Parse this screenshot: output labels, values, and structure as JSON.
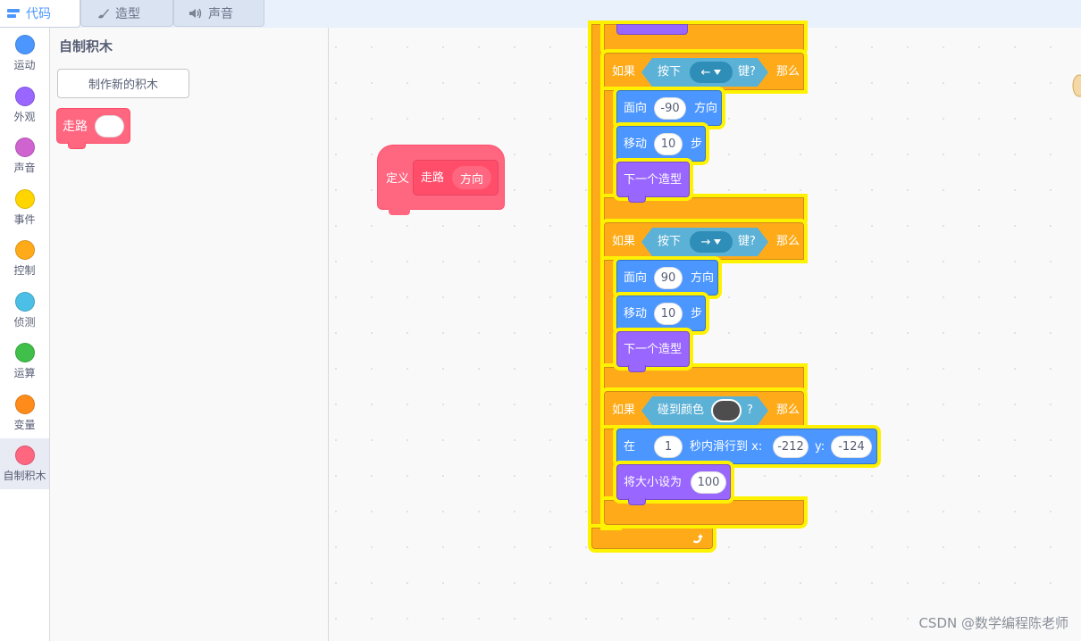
{
  "tabs": {
    "code": "代码",
    "costumes": "造型",
    "sounds": "声音"
  },
  "categories": [
    {
      "label": "运动",
      "color": "#4c97ff"
    },
    {
      "label": "外观",
      "color": "#9966ff"
    },
    {
      "label": "声音",
      "color": "#cf63cf"
    },
    {
      "label": "事件",
      "color": "#ffd500"
    },
    {
      "label": "控制",
      "color": "#ffab19"
    },
    {
      "label": "侦测",
      "color": "#4cbfe6"
    },
    {
      "label": "运算",
      "color": "#40bf4a"
    },
    {
      "label": "变量",
      "color": "#ff8c1a"
    },
    {
      "label": "自制积木",
      "color": "#ff6680"
    }
  ],
  "palette": {
    "title": "自制积木",
    "make_block_button": "制作新的积木",
    "block_label": "走路"
  },
  "define_block": {
    "define_label": "定义",
    "name": "走路",
    "param": "方向"
  },
  "script": {
    "if_label": "如果",
    "then_label": "那么",
    "if1": {
      "key_pressed_prefix": "按下",
      "key_pressed_suffix": "键?",
      "key": "←",
      "point_label": "面向",
      "point_value": "-90",
      "point_suffix": "方向",
      "move_label": "移动",
      "move_value": "10",
      "move_suffix": "步",
      "next_costume": "下一个造型"
    },
    "if2": {
      "key_pressed_prefix": "按下",
      "key_pressed_suffix": "键?",
      "key": "→",
      "point_label": "面向",
      "point_value": "90",
      "point_suffix": "方向",
      "move_label": "移动",
      "move_value": "10",
      "move_suffix": "步",
      "next_costume": "下一个造型"
    },
    "if3": {
      "touch_color_label": "碰到颜色",
      "touch_color_suffix": "?",
      "touch_color": "#4d4d4d",
      "glide_prefix": "在",
      "glide_secs": "1",
      "glide_mid": "秒内滑行到 x:",
      "glide_x": "-212",
      "glide_y_label": "y:",
      "glide_y": "-124",
      "size_label": "将大小设为",
      "size_value": "100"
    }
  },
  "watermark": "CSDN @数学编程陈老师"
}
